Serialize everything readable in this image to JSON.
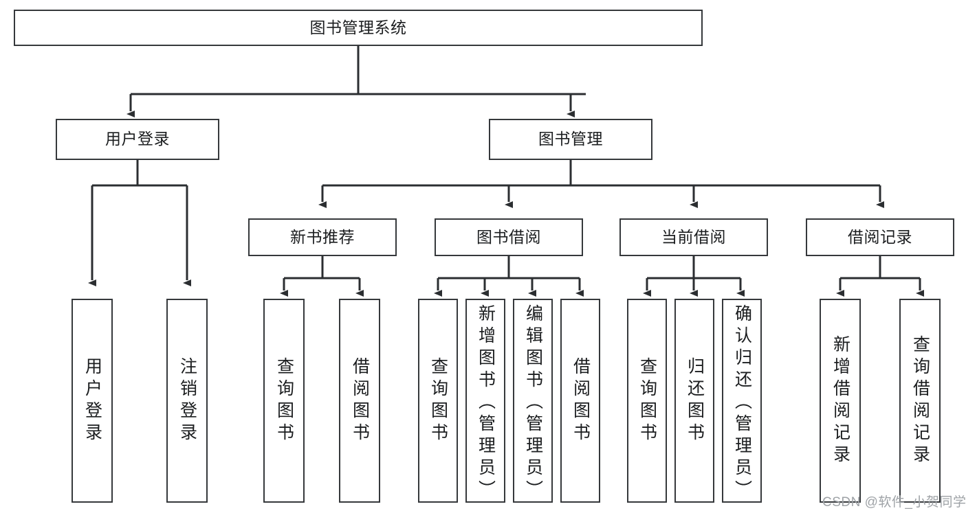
{
  "diagram": {
    "title": "图书管理系统",
    "type": "hierarchy-tree",
    "colors": {
      "box_border": "#35383b",
      "box_fill": "#ffffff",
      "connector": "#2b2e31",
      "text": "#1b1d1f",
      "watermark": "#9ea2a6"
    },
    "nodes": {
      "root": {
        "label": "图书管理系统",
        "level": 1
      },
      "level2": [
        {
          "id": "user-login",
          "label": "用户登录",
          "level": 2
        },
        {
          "id": "book-manage",
          "label": "图书管理",
          "level": 2
        }
      ],
      "level3": [
        {
          "id": "new-book-recommend",
          "label": "新书推荐",
          "parent": "book-manage",
          "level": 3
        },
        {
          "id": "book-borrow",
          "label": "图书借阅",
          "parent": "book-manage",
          "level": 3
        },
        {
          "id": "current-borrow",
          "label": "当前借阅",
          "parent": "book-manage",
          "level": 3
        },
        {
          "id": "borrow-record",
          "label": "借阅记录",
          "parent": "book-manage",
          "level": 3
        }
      ],
      "leaves": [
        {
          "id": "leaf-user-login",
          "label": "用户登录",
          "parent": "user-login",
          "align": "center"
        },
        {
          "id": "leaf-logout-login",
          "label": "注销登录",
          "parent": "user-login",
          "align": "center"
        },
        {
          "id": "leaf-query-book-1",
          "label": "查询图书",
          "parent": "new-book-recommend",
          "align": "center"
        },
        {
          "id": "leaf-borrow-book-1",
          "label": "借阅图书",
          "parent": "new-book-recommend",
          "align": "center"
        },
        {
          "id": "leaf-query-book-2",
          "label": "查询图书",
          "parent": "book-borrow",
          "align": "center"
        },
        {
          "id": "leaf-add-book-admin",
          "label": "新增图书（管理员）",
          "parent": "book-borrow",
          "align": "top"
        },
        {
          "id": "leaf-edit-book-admin",
          "label": "编辑图书（管理员）",
          "parent": "book-borrow",
          "align": "top"
        },
        {
          "id": "leaf-borrow-book-2",
          "label": "借阅图书",
          "parent": "book-borrow",
          "align": "center"
        },
        {
          "id": "leaf-query-book-3",
          "label": "查询图书",
          "parent": "current-borrow",
          "align": "center"
        },
        {
          "id": "leaf-return-book",
          "label": "归还图书",
          "parent": "current-borrow",
          "align": "center"
        },
        {
          "id": "leaf-confirm-return-admin",
          "label": "确认归还（管理员）",
          "parent": "current-borrow",
          "align": "top"
        },
        {
          "id": "leaf-add-borrow-record",
          "label": "新增借阅记录",
          "parent": "borrow-record",
          "align": "center"
        },
        {
          "id": "leaf-query-borrow-record",
          "label": "查询借阅记录",
          "parent": "borrow-record",
          "align": "center"
        }
      ]
    },
    "watermark": "CSDN @软件_小贺同学"
  }
}
